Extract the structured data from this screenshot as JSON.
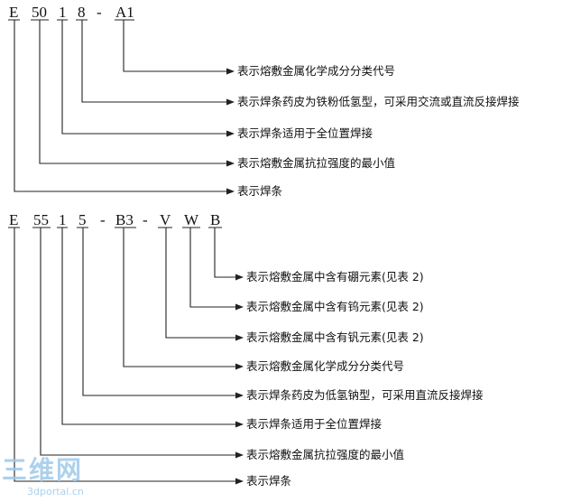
{
  "diagram1": {
    "codes": [
      "E",
      "50",
      "1",
      "8",
      "-",
      "A1"
    ],
    "labels": [
      "表示熔敷金属化学成分分类代号",
      "表示焊条药皮为铁粉低氢型，可采用交流或直流反接焊接",
      "表示焊条适用于全位置焊接",
      "表示熔敷金属抗拉强度的最小值",
      "表示焊条"
    ]
  },
  "diagram2": {
    "codes": [
      "E",
      "55",
      "1",
      "5",
      "-",
      "B3",
      "-",
      "V",
      "W",
      "B"
    ],
    "labels": [
      "表示熔敷金属中含有硼元素(见表 2)",
      "表示熔敷金属中含有钨元素(见表 2)",
      "表示熔敷金属中含有钒元素(见表 2)",
      "表示熔敷金属化学成分分类代号",
      "表示焊条药皮为低氢钠型，可采用直流反接焊接",
      "表示焊条适用于全位置焊接",
      "表示熔敷金属抗拉强度的最小值",
      "表示焊条"
    ]
  },
  "watermark": {
    "main": "三维网",
    "sub": "3dportal.cn"
  }
}
